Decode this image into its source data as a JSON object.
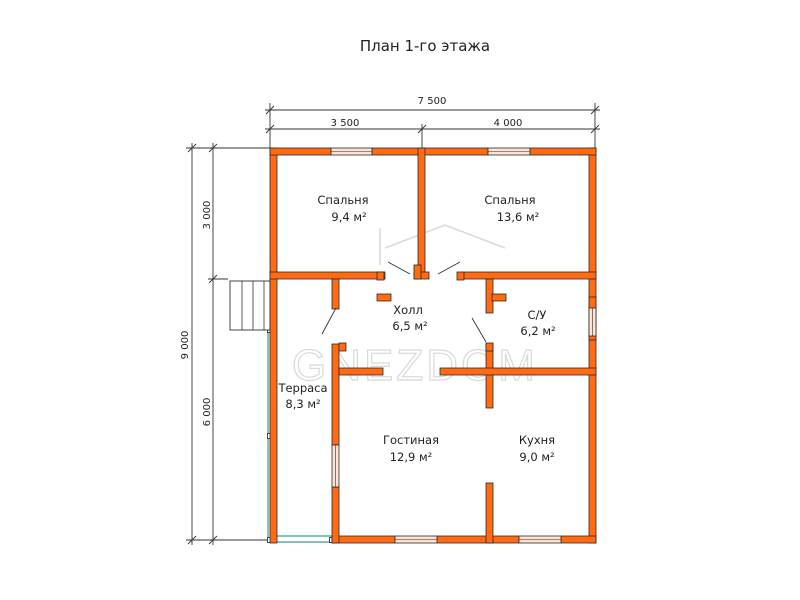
{
  "title": "План 1-го этажа",
  "dimensions": {
    "total_width": "7 500",
    "left_width": "3 500",
    "right_width": "4 000",
    "total_height": "9 000",
    "top_height": "3 000",
    "bottom_height": "6 000"
  },
  "rooms": [
    {
      "name": "Спальня",
      "area": "9,4 м²"
    },
    {
      "name": "Спальня",
      "area": "13,6 м²"
    },
    {
      "name": "Холл",
      "area": "6,5 м²"
    },
    {
      "name": "С/У",
      "area": "6,2 м²"
    },
    {
      "name": "Терраса",
      "area": "8,3 м²"
    },
    {
      "name": "Гостиная",
      "area": "12,9 м²"
    },
    {
      "name": "Кухня",
      "area": "9,0 м²"
    }
  ],
  "watermark": "GNEZDOM",
  "colors": {
    "wall_fill": "#ff6a13",
    "wall_stroke": "#2a2a2a",
    "window_fill": "#ffe3d2",
    "terrace_rail": "#2e9c8a",
    "dimension_line": "#333333",
    "watermark": "#d9d9d9"
  }
}
